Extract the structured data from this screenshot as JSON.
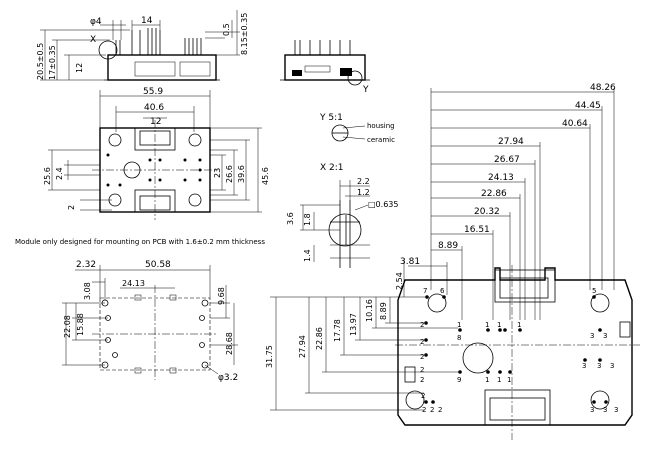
{
  "side_view": {
    "labels": [
      "X",
      "φ4",
      "14",
      "0.5",
      "8.15±0.35",
      "20.5±0.5",
      "17±0.35",
      "12"
    ]
  },
  "end_view": {
    "labels": [
      "Y"
    ]
  },
  "top_view": {
    "labels": [
      "55.9",
      "40.6",
      "12",
      "25.6",
      "2.4",
      "2",
      "23",
      "26.6",
      "39.6",
      "45.6"
    ]
  },
  "detail_y": {
    "title": "Y 5:1",
    "housing": "housing",
    "ceramic": "ceramic"
  },
  "detail_x": {
    "title": "X 2:1",
    "labels": [
      "2.2",
      "1.2",
      "□0.635",
      "3.6",
      "1.8",
      "1.4"
    ]
  },
  "mounting_note": "Module only designed for mounting on PCB with 1.6±0.2 mm thickness",
  "pcb_view": {
    "labels": [
      "2.32",
      "50.58",
      "3.08",
      "24.13",
      "9.68",
      "15.88",
      "22.08",
      "28.68",
      "φ3.2"
    ]
  },
  "pin_layout": {
    "top_dims": [
      "48.26",
      "44.45",
      "40.64",
      "27.94",
      "26.67",
      "24.13",
      "22.86",
      "20.32",
      "16.51",
      "8.89",
      "3.81"
    ],
    "left_dims": [
      "2.54",
      "8.89",
      "10.16",
      "13.97",
      "17.78",
      "22.86",
      "27.94",
      "31.75"
    ],
    "pin_numbers": [
      "7",
      "6",
      "2",
      "2",
      "1",
      "8",
      "1",
      "2",
      "9",
      "1",
      "3",
      "3",
      "5",
      "3",
      "3",
      "3",
      "3",
      "3",
      "3",
      "2",
      "2",
      "2",
      "2",
      "2",
      "2",
      "1",
      "1",
      "1",
      "1"
    ]
  }
}
